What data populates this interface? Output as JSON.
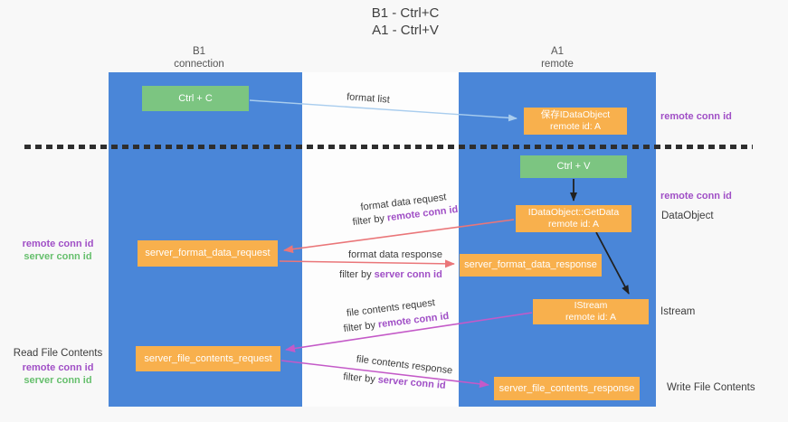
{
  "title": {
    "line1": "B1 - Ctrl+C",
    "line2": "A1 - Ctrl+V"
  },
  "columns": {
    "b1": {
      "name": "B1",
      "role": "connection"
    },
    "a1": {
      "name": "A1",
      "role": "remote"
    }
  },
  "boxes": {
    "ctrl_c": {
      "label": "Ctrl + C"
    },
    "ctrl_v": {
      "label": "Ctrl + V"
    },
    "save_idataobject": {
      "line1": "保存IDataObject",
      "line2": "remote id: A"
    },
    "getdata": {
      "line1": "IDataObject::GetData",
      "line2": "remote id: A"
    },
    "istream": {
      "line1": "IStream",
      "line2": "remote id: A"
    },
    "format_request": {
      "label": "server_format_data_request"
    },
    "format_response": {
      "label": "server_format_data_response"
    },
    "file_request": {
      "label": "server_file_contents_request"
    },
    "file_response": {
      "label": "server_file_contents_response"
    }
  },
  "labels": {
    "format_list": "format list",
    "format_data_request": "format data request",
    "format_data_response": "format data response",
    "file_contents_request": "file contents request",
    "file_contents_response": "file contents response",
    "filter_by": "filter by",
    "remote_conn_id": "remote conn id",
    "server_conn_id": "server conn id",
    "dataobject": "DataObject",
    "istream": "Istream",
    "read_file_contents": "Read File Contents",
    "write_file_contents": "Write File Contents"
  },
  "colors": {
    "bg": "#f8f8f8",
    "blue": "#4a86d8",
    "gap": "#fdfdfd",
    "orange": "#f8b04d",
    "green": "#7cc581",
    "purple": "#a04fc6",
    "greentext": "#66bf6d",
    "dark": "#3c3c3c",
    "header": "#555555",
    "dash": "#2e2e2e",
    "arrow-blue": "#a9cdee",
    "arrow-black": "#212121",
    "arrow-salmon": "#ea7679",
    "arrow-magenta": "#c45ac8"
  }
}
